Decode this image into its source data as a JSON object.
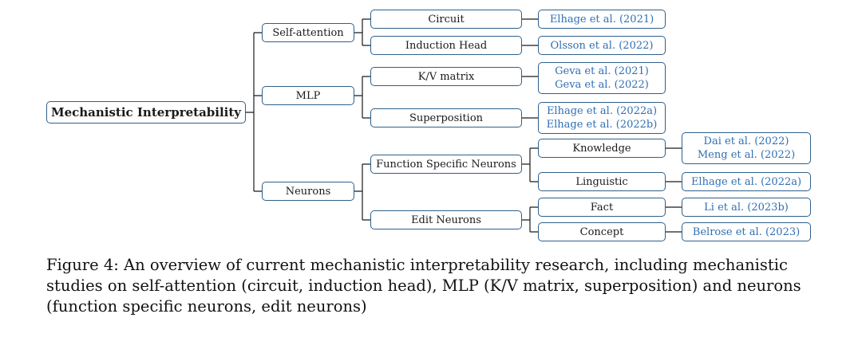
{
  "root": {
    "label": "Mechanistic Interpretability"
  },
  "categories": [
    {
      "label": "Self-attention"
    },
    {
      "label": "MLP"
    },
    {
      "label": "Neurons"
    }
  ],
  "self_attention": {
    "circuit": {
      "label": "Circuit",
      "refs": [
        "Elhage et al. (2021)"
      ]
    },
    "induction_head": {
      "label": "Induction Head",
      "refs": [
        "Olsson et al. (2022)"
      ]
    }
  },
  "mlp": {
    "kv_matrix": {
      "label": "K/V matrix",
      "refs": [
        "Geva et al. (2021)",
        "Geva et al. (2022)"
      ]
    },
    "superposition": {
      "label": "Superposition",
      "refs": [
        "Elhage et al. (2022a)",
        "Elhage et al. (2022b)"
      ]
    }
  },
  "neurons": {
    "function_specific": {
      "label": "Function Specific Neurons"
    },
    "knowledge": {
      "label": "Knowledge",
      "refs": [
        "Dai et al. (2022)",
        "Meng et al. (2022)"
      ]
    },
    "linguistic": {
      "label": "Linguistic",
      "refs": [
        "Elhage et al. (2022a)"
      ]
    },
    "edit": {
      "label": "Edit Neurons"
    },
    "fact": {
      "label": "Fact",
      "refs": [
        "Li et al. (2023b)"
      ]
    },
    "concept": {
      "label": "Concept",
      "refs": [
        "Belrose et al. (2023)"
      ]
    }
  },
  "caption": "Figure 4: An overview of current mechanistic interpretability research, including mechanistic studies on self-attention (circuit, induction head), MLP (K/V matrix, superposition) and neurons (function specific neurons, edit neurons)",
  "colors": {
    "border": "#2f5f8a",
    "citation_text": "#2f6fb5",
    "line": "#1a1a1a"
  }
}
